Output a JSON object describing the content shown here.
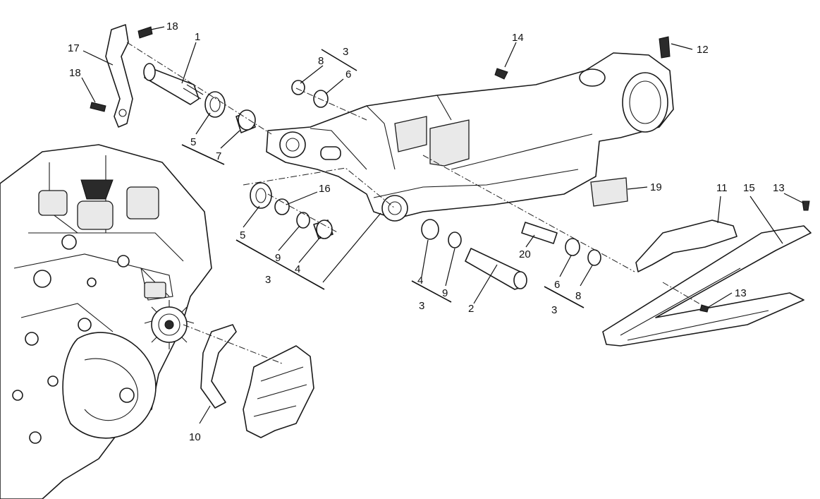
{
  "callouts": [
    {
      "id": "c18a",
      "label": "18"
    },
    {
      "id": "c1",
      "label": "1"
    },
    {
      "id": "c17",
      "label": "17"
    },
    {
      "id": "c18b",
      "label": "18"
    },
    {
      "id": "c5a",
      "label": "5"
    },
    {
      "id": "c7",
      "label": "7"
    },
    {
      "id": "c3a",
      "label": "3"
    },
    {
      "id": "c8a",
      "label": "8"
    },
    {
      "id": "c6a",
      "label": "6"
    },
    {
      "id": "c14",
      "label": "14"
    },
    {
      "id": "c12",
      "label": "12"
    },
    {
      "id": "c16",
      "label": "16"
    },
    {
      "id": "c5b",
      "label": "5"
    },
    {
      "id": "c9a",
      "label": "9"
    },
    {
      "id": "c4a",
      "label": "4"
    },
    {
      "id": "c3b",
      "label": "3"
    },
    {
      "id": "c19",
      "label": "19"
    },
    {
      "id": "c11",
      "label": "11"
    },
    {
      "id": "c15",
      "label": "15"
    },
    {
      "id": "c13a",
      "label": "13"
    },
    {
      "id": "c20",
      "label": "20"
    },
    {
      "id": "c4b",
      "label": "4"
    },
    {
      "id": "c9b",
      "label": "9"
    },
    {
      "id": "c2",
      "label": "2"
    },
    {
      "id": "c3c",
      "label": "3"
    },
    {
      "id": "c6b",
      "label": "6"
    },
    {
      "id": "c8b",
      "label": "8"
    },
    {
      "id": "c3d",
      "label": "3"
    },
    {
      "id": "c13b",
      "label": "13"
    },
    {
      "id": "c10",
      "label": "10"
    }
  ]
}
